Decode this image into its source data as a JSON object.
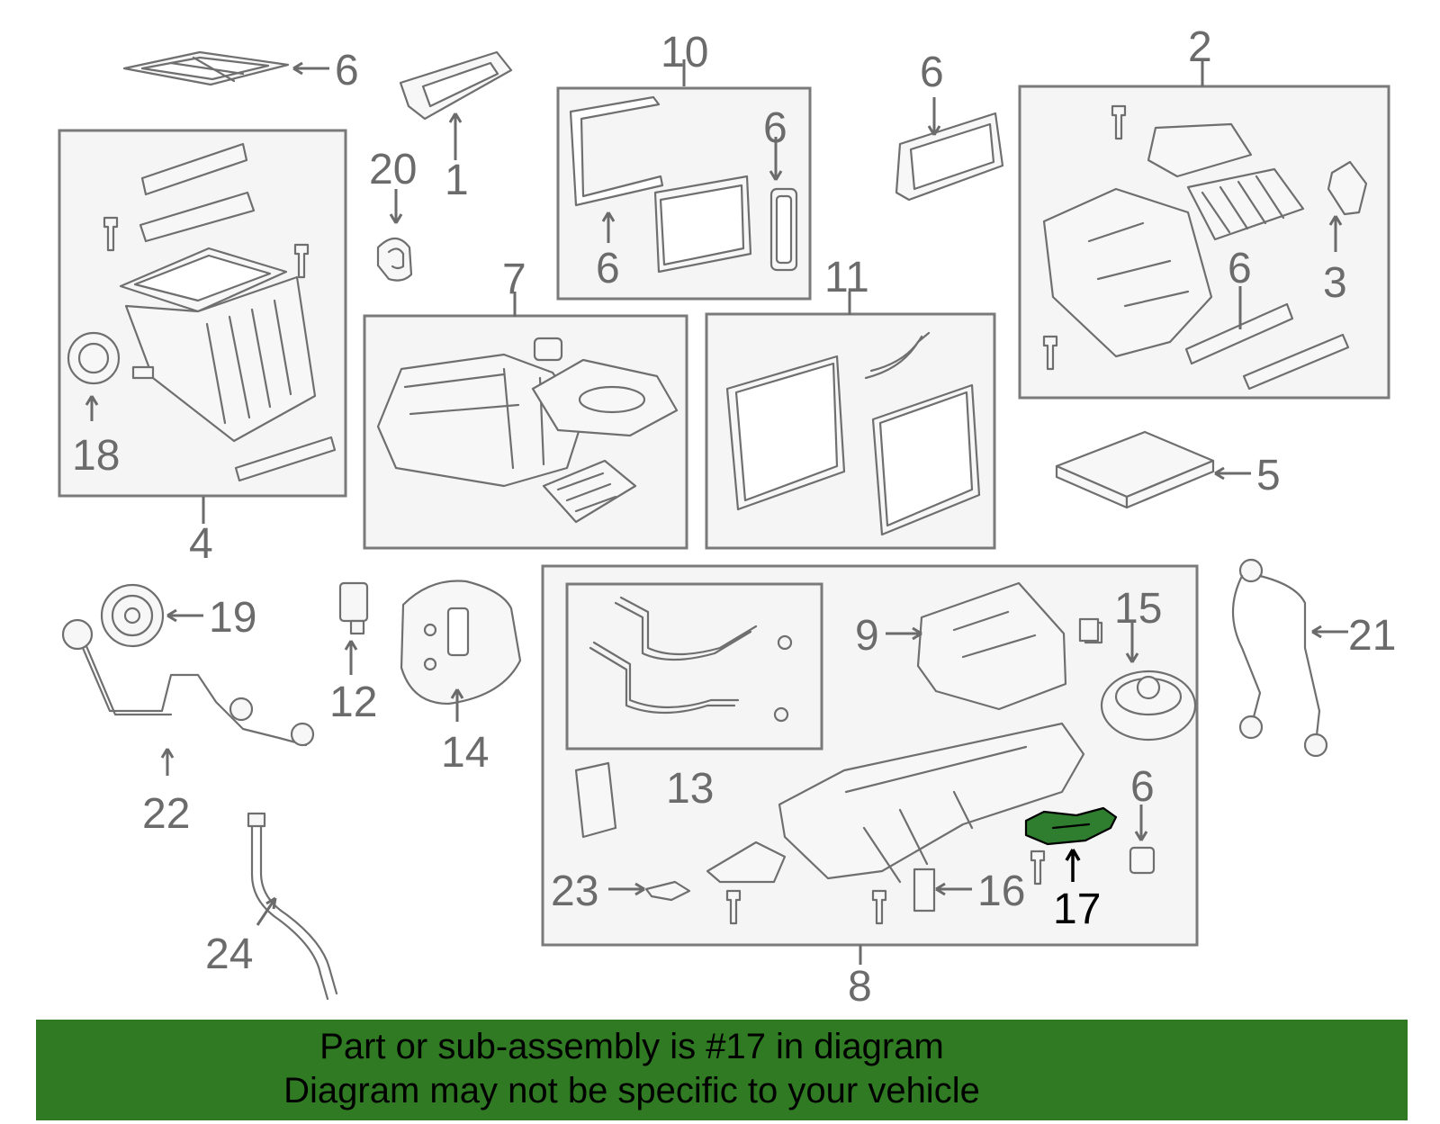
{
  "callouts": {
    "c1": "1",
    "c2": "2",
    "c3": "3",
    "c4": "4",
    "c5": "5",
    "c6": "6",
    "c7": "7",
    "c8": "8",
    "c9": "9",
    "c10": "10",
    "c11": "11",
    "c12": "12",
    "c13": "13",
    "c14": "14",
    "c15": "15",
    "c16": "16",
    "c17": "17",
    "c18": "18",
    "c19": "19",
    "c20": "20",
    "c21": "21",
    "c22": "22",
    "c23": "23",
    "c24": "24"
  },
  "highlight": {
    "part": "17",
    "color": "#2f7d2f"
  },
  "banner": {
    "line1": "Part or sub-assembly is #17 in diagram",
    "line2": "Diagram may not be specific to your vehicle",
    "color": "#2f7a22"
  }
}
